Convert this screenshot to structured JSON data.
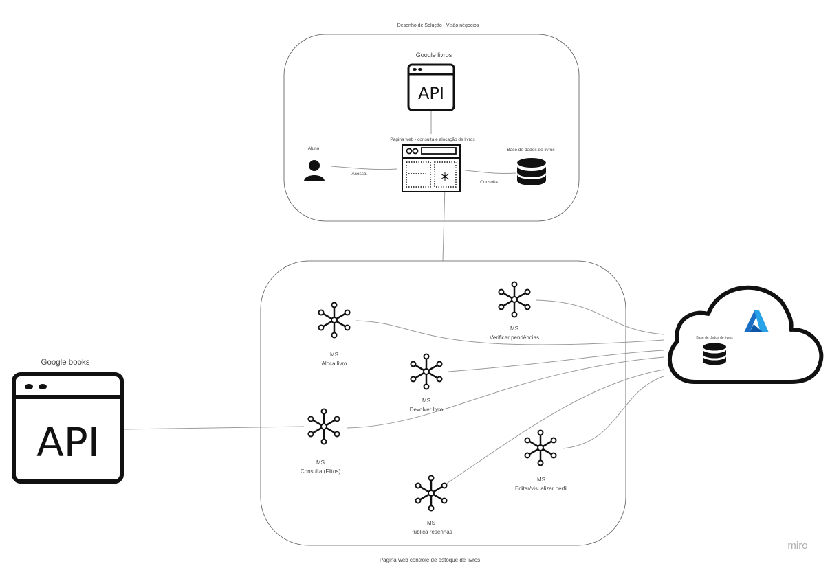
{
  "top_section": {
    "title": "Desenho de Solução - Visão négocios",
    "google_api_label": "Google livros",
    "api_text": "API",
    "webpage_label": "Pagina web - consulta e alocação de livros",
    "user_label": "Aluno",
    "db_label": "Base de dados de livros",
    "edge_user": "Acessa",
    "edge_db": "Consulta"
  },
  "bottom_section": {
    "caption": "Pagina web  controle de estoque de livros",
    "microservices": [
      {
        "prefix": "MS",
        "name": "Aloca livro"
      },
      {
        "prefix": "MS",
        "name": "Verificar pendências"
      },
      {
        "prefix": "MS",
        "name": "Devolver livro"
      },
      {
        "prefix": "MS",
        "name": "Consulta (Filtos)"
      },
      {
        "prefix": "MS",
        "name": "Editar/visualizar perfil"
      },
      {
        "prefix": "MS",
        "name": "Publica resenhas"
      }
    ]
  },
  "google_books": {
    "label": "Google books",
    "api_text": "API"
  },
  "cloud": {
    "db_label": "Base de dados de livros",
    "brand_color": "#1f8ad9"
  },
  "watermark": "miro"
}
